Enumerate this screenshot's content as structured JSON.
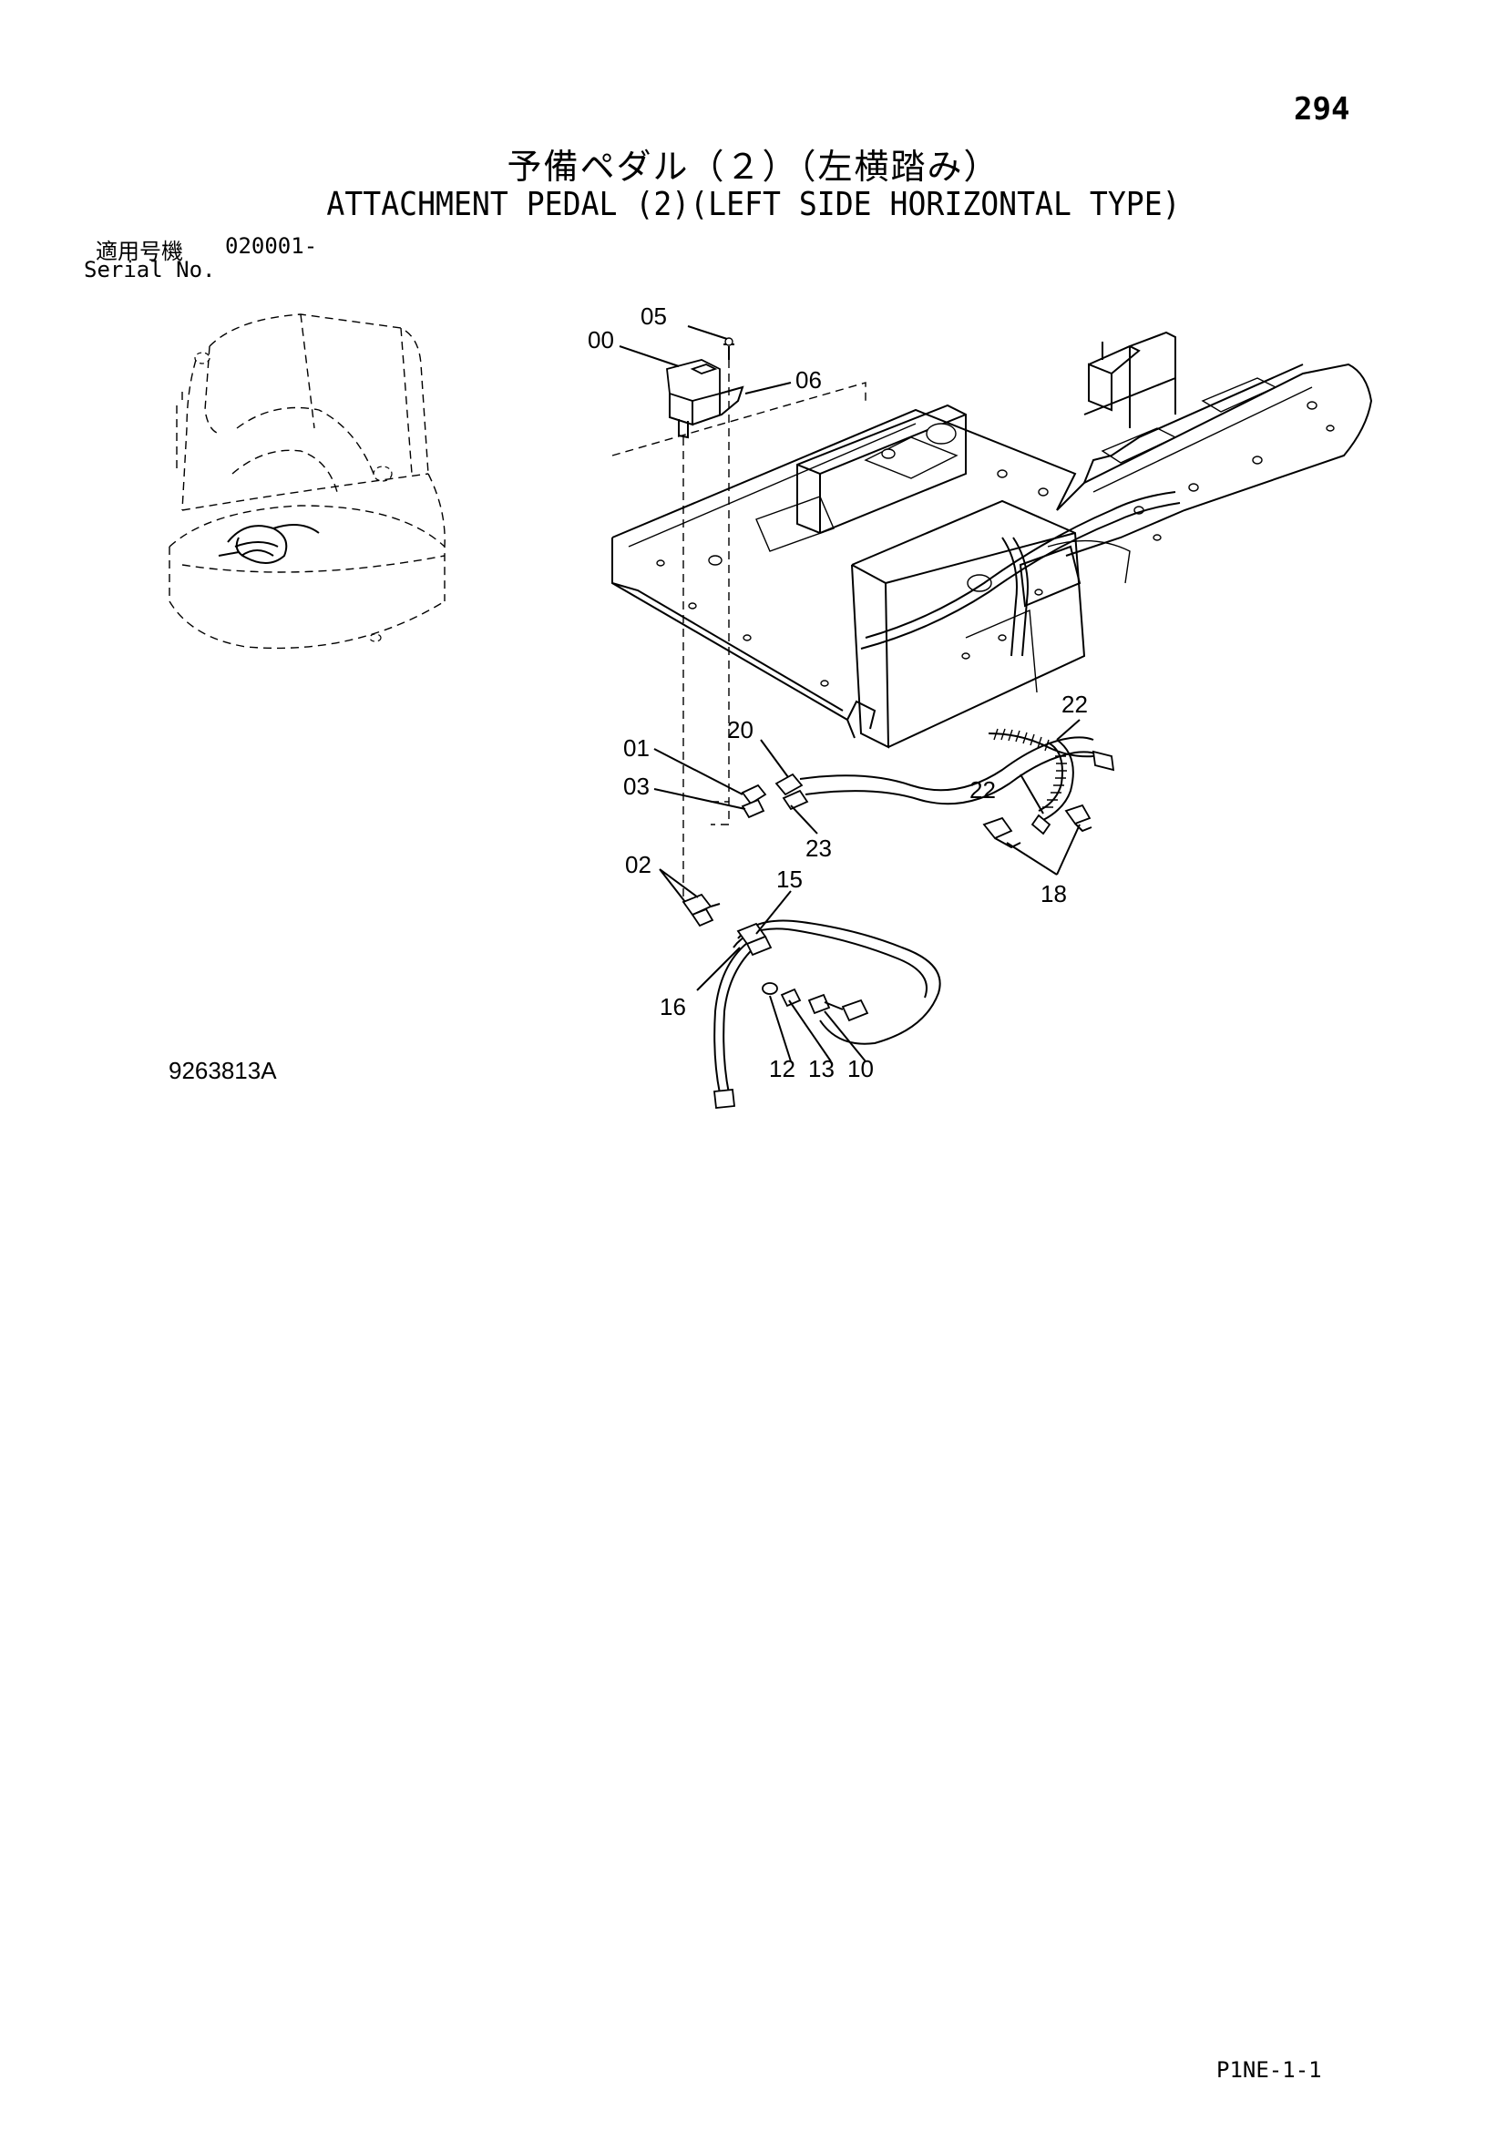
{
  "page": {
    "page_number": "294",
    "title_jp": "予備ペダル（２）（左横踏み）",
    "title_en": "ATTACHMENT PEDAL (2)(LEFT SIDE HORIZONTAL TYPE)",
    "serial_label_jp": "適用号機",
    "serial_value": "020001-",
    "serial_label_en": "Serial No.",
    "drawing_number": "9263813A",
    "sheet_code": "P1NE-1-1"
  },
  "callouts": {
    "c00": "00",
    "c05": "05",
    "c06": "06",
    "c01": "01",
    "c03": "03",
    "c02": "02",
    "c20": "20",
    "c23": "23",
    "c22a": "22",
    "c22b": "22",
    "c18": "18",
    "c15": "15",
    "c16": "16",
    "c12": "12",
    "c13": "13",
    "c10": "10"
  }
}
